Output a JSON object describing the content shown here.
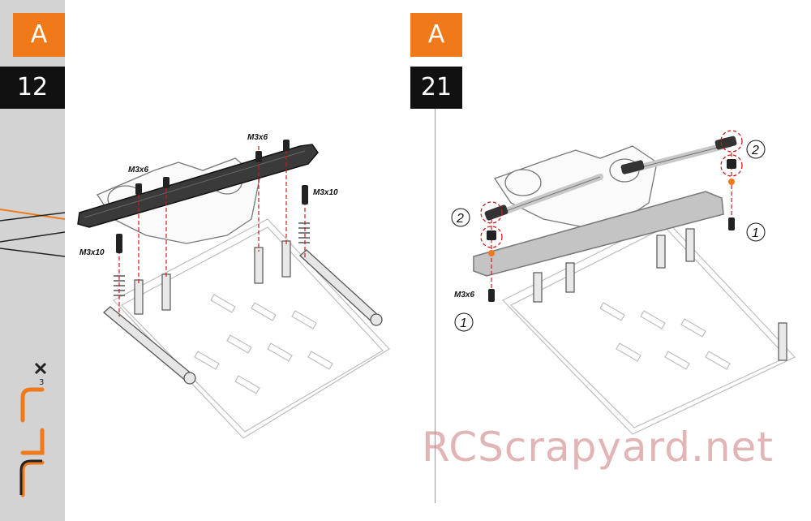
{
  "left_step": {
    "letter": "A",
    "number": "12"
  },
  "right_step": {
    "letter": "A",
    "number": "21"
  },
  "left_labels": {
    "screw_top_a": "M3x6",
    "screw_top_b": "M3x6",
    "screw_right": "M3x10",
    "screw_left": "M3x10"
  },
  "right_labels": {
    "screw_bottom": "M3x6",
    "callout_2a": "2",
    "callout_2b": "2",
    "callout_1a": "1",
    "callout_1b": "1"
  },
  "watermark": "RCScrapyard.net",
  "colors": {
    "accent": "#f07a1a",
    "dark": "#111111",
    "sidebar": "#d3d3d3",
    "guide": "#cc1a1a"
  }
}
